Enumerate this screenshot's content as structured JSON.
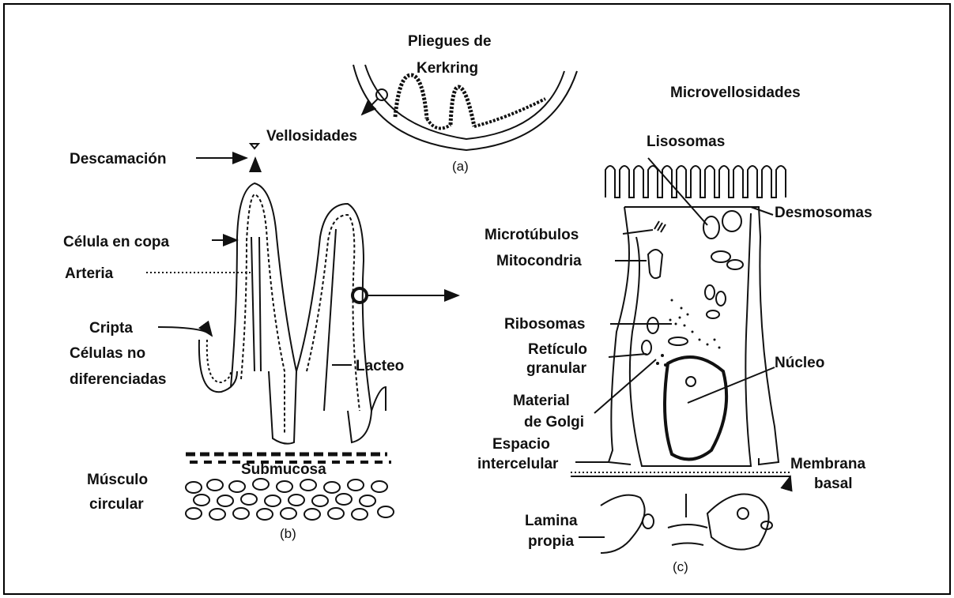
{
  "colors": {
    "ink": "#111111",
    "paper": "#ffffff",
    "frame": "#000000"
  },
  "panel_a": {
    "label": "(a)",
    "folds_title": [
      "Pliegues de",
      "Kerkring"
    ],
    "villi": "Vellosidades"
  },
  "panel_b": {
    "label": "(b)",
    "descamacion": "Descamación",
    "celula_copa": "Célula en copa",
    "arteria": "Arteria",
    "cripta": "Cripta",
    "no_diferenciadas": [
      "Células no",
      "diferenciadas"
    ],
    "lacteo": "Lacteo",
    "submucosa": "Submucosa",
    "musculo": [
      "Músculo",
      "circular"
    ]
  },
  "panel_c": {
    "label": "(c)",
    "microvellosidades": "Microvellosidades",
    "lisosomas": "Lisosomas",
    "desmosomas": "Desmosomas",
    "microtubulos": "Microtúbulos",
    "mitocondria": "Mitocondria",
    "ribosomas": "Ribosomas",
    "reticulo": [
      "Retículo",
      "granular"
    ],
    "nucleo": "Núcleo",
    "golgi": [
      "Material",
      "de Golgi"
    ],
    "espacio": [
      "Espacio",
      "intercelular"
    ],
    "membrana": [
      "Membrana",
      "basal"
    ],
    "lamina": [
      "Lamina",
      "propia"
    ]
  }
}
